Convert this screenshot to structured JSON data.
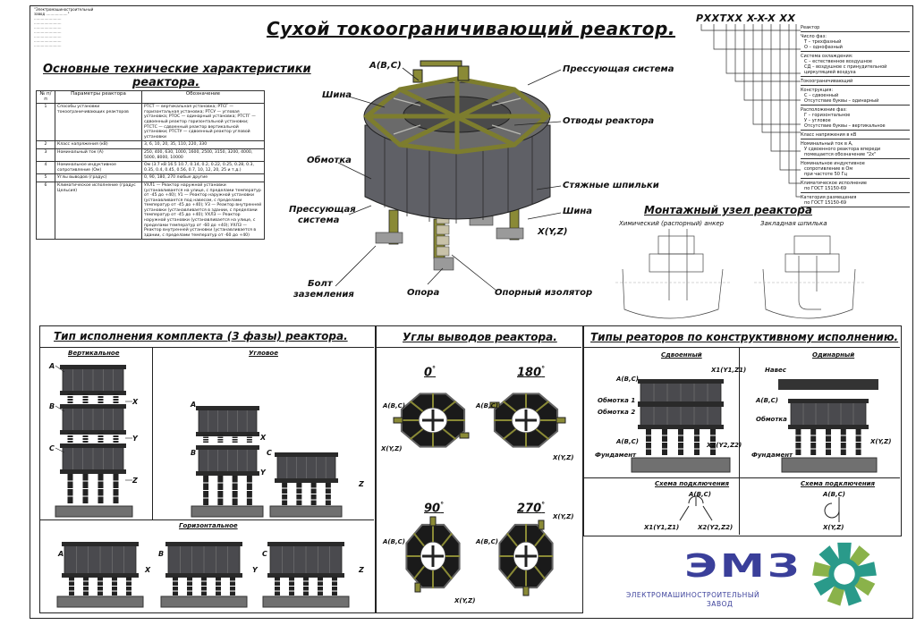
{
  "company_header": [
    "\"Электромашиностроительный",
    "завод ...................\"",
    "........................",
    "........................",
    "........................",
    "........................",
    "........................",
    "........................",
    "........................"
  ],
  "main_title": "Сухой токоограничивающий реактор.",
  "specs": {
    "title_line1": "Основные технические характеристики",
    "title_line2": "реактора.",
    "col_num": "№ п/п",
    "col_param": "Параметры реактора",
    "col_desc": "Обозначение",
    "rows": [
      {
        "n": "1",
        "param": "Способы установки токоограничивающих реакторов",
        "desc": "РТСТ — вертикальная установка; РТСГ — горизонтальная установка; РТСУ — угловая установка; РТОС — одинарный установка; РТСТГ — сдвоенный реактор горизонтальной установки; РТСТС — сдвоенный реактор вертикальной установки; РТСТУ — сдвоенный реактор угловой установки"
      },
      {
        "n": "2",
        "param": "Класс напряжения (кВ)",
        "desc": "3, 6, 10, 20, 35, 110, 220, 330"
      },
      {
        "n": "3",
        "param": "Номинальный ток (А)",
        "desc": "250, 400, 630, 1000, 1600, 2500, 3150, 3200, 4000, 5000, 8000, 10000"
      },
      {
        "n": "4",
        "param": "Номинальное индуктивное сопротивление (Ом)",
        "desc": "Ом (3.7 кВ 16.5 10.7, 0.14, 0.2, 0.22, 0.25, 0.28, 0.3, 0.35, 0.4, 0.45, 0.56, 0.7, 10, 12, 20, 25 и т.д.)"
      },
      {
        "n": "5",
        "param": "Углы выводов (градус)",
        "desc": "0, 90, 180, 270 любые другие"
      },
      {
        "n": "6",
        "param": "Климатическое исполнение (градус Цельсия)",
        "desc": "УХЛ1 — Реактор наружной установки (устанавливается на улице, с пределами температур от -45 до +40); У1 — Реактор наружной установки (устанавливается под навесом, с пределами температур от -45 до +40); У3 — Реактор внутренней установки (устанавливается в здании, с пределами температур от -45 до +40); УХЛ3 — Реактор наружной установки (устанавливается на улице, с пределами температур от -60 до +40); УХЛ3 — Реактор внутренней установки (устанавливается в здании, с пределами температур от -60 до +40)"
      }
    ]
  },
  "reactor3d": {
    "labels": {
      "abc": "A(B,C)",
      "press_system": "Прессующая система",
      "busbar": "Шина",
      "taps": "Отводы реактора",
      "winding": "Обмотка",
      "studs": "Стяжные шпильки",
      "press_system2_l1": "Прессующая",
      "press_system2_l2": "система",
      "busbar2": "Шина",
      "xyz": "X(Y,Z)",
      "bolt_l1": "Болт",
      "bolt_l2": "заземления",
      "support": "Опора",
      "insulator": "Опорный изолятор"
    }
  },
  "code": {
    "title": "РXXTXX X-X-X XX",
    "rows": [
      [
        "Реактор"
      ],
      [
        "Число фаз:",
        "Т – трехфазный",
        "О – однофазный"
      ],
      [
        "Система охлаждения:",
        "С – естественное воздушное",
        "СД – воздушное с принудительной",
        "циркуляцией воздуха"
      ],
      [
        "Токоограничивающий"
      ],
      [
        "Конструкция:",
        "С – сдвоенный",
        "Отсутствие буквы – одинарный"
      ],
      [
        "Расположение фаз:",
        "Г – горизонтальное",
        "У – угловое",
        "Отсутствие буквы – вертикальное"
      ],
      [
        "Класс напряжения в кВ"
      ],
      [
        "Номинальный ток в А,",
        "У сдвоенного реактора впереди",
        "помещается обозначение \"2х\""
      ],
      [
        "Номинальное индуктивное",
        "сопротивление в Ом",
        "при частоте 50 Гц"
      ],
      [
        "Климатическое исполнение",
        "по ГОСТ 15150-69"
      ],
      [
        "Категория размещения",
        "по ГОСТ 15150-69"
      ]
    ]
  },
  "mount": {
    "title": "Монтажный узел реактора",
    "chem_anchor": "Химический (распорный) анкер",
    "embed_stud": "Закладная шпилька"
  },
  "set_types": {
    "title": "Тип исполнения комплекта (3 фазы) реактора.",
    "vertical": "Вертикальное",
    "angular": "Угловое",
    "horizontal": "Горизонтальное",
    "phase_left": [
      "A",
      "B",
      "C"
    ],
    "phase_right": [
      "X",
      "Y",
      "Z"
    ]
  },
  "angles": {
    "title": "Углы выводов реактора.",
    "items": [
      {
        "deg": "0",
        "in": "A(B,C)",
        "out": "X(Y,Z)"
      },
      {
        "deg": "180",
        "in": "A(B,C)",
        "out": "X(Y,Z)"
      },
      {
        "deg": "90",
        "in": "A(B,C)",
        "out": "X(Y,Z)"
      },
      {
        "deg": "270",
        "in": "A(B,C)",
        "out": "X(Y,Z)"
      }
    ],
    "degree_sign": "°"
  },
  "constr": {
    "title": "Типы реаторов по конструктивному исполнению.",
    "double": "Сдвоенный",
    "single": "Одинарный",
    "d_abc1": "A(B,C)",
    "d_x1": "X1(Y1,Z1)",
    "d_w1": "Обмотка 1",
    "d_w2": "Обмотка 2",
    "d_abc2": "A(B,C)",
    "d_x2": "X2(Y2,Z2)",
    "d_found": "Фундамент",
    "s_canopy": "Навес",
    "s_abc": "A(B,C)",
    "s_wind": "Обмотка",
    "s_xyz": "X(Y,Z)",
    "s_found": "Фундамент",
    "scheme": "Схема подключения",
    "sch_d_abc": "A(B,C)",
    "sch_d_x1": "X1(Y1,Z1)",
    "sch_d_x2": "X2(Y2,Z2)",
    "sch_s_abc": "A(B,C)",
    "sch_s_xyz": "X(Y,Z)"
  },
  "logo": {
    "text": "ЭМЗ",
    "line1": "ЭЛЕКТРОМАШИНОСТРОИТЕЛЬНЫЙ",
    "line2": "ЗАВОД"
  },
  "colors": {
    "frame": "#222222",
    "steel": "#5a5a5a",
    "press_olive": "#8a8a36",
    "logo_blue": "#3a3f9a",
    "gear_teal": "#2a9a8a",
    "gear_green": "#8ab24a"
  }
}
